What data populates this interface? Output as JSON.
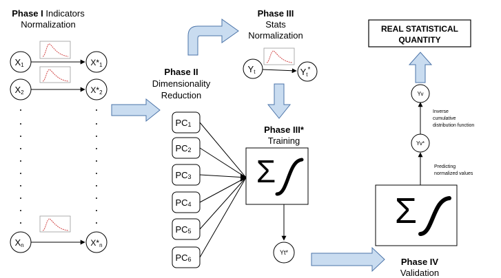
{
  "phase1": {
    "bold": "Phase I",
    "rest": " Indicators",
    "line2": "Normalization"
  },
  "phase2": {
    "bold": "Phase II",
    "line2": "Dimensionality",
    "line3": "Reduction"
  },
  "phase3": {
    "bold": "Phase III",
    "line2": "Stats",
    "line3": "Normalization"
  },
  "phase3star": {
    "bold": "Phase III*",
    "line2": "Training"
  },
  "phase4": {
    "bold": "Phase IV",
    "line2": "Validation"
  },
  "result_box": {
    "line1": "REAL STATISTICAL",
    "line2": "QUANTITY"
  },
  "x_nodes": [
    {
      "base": "X",
      "sub": "1"
    },
    {
      "base": "X",
      "sub": "2"
    },
    {
      "base": "X",
      "sub": "n"
    }
  ],
  "xstar_nodes": [
    {
      "base": "X*",
      "sub": "1"
    },
    {
      "base": "X*",
      "sub": "2"
    },
    {
      "base": "X*",
      "sub": "n"
    }
  ],
  "y_node": {
    "base": "Y",
    "sub": "t"
  },
  "ystar_node": {
    "base": "Y",
    "sub": "t",
    "sup": "*"
  },
  "pc_nodes": [
    {
      "base": "PC",
      "sub": "1"
    },
    {
      "base": "PC",
      "sub": "2"
    },
    {
      "base": "PC",
      "sub": "3"
    },
    {
      "base": "PC",
      "sub": "4"
    },
    {
      "base": "PC",
      "sub": "5"
    },
    {
      "base": "PC",
      "sub": "6"
    }
  ],
  "yt_out_node": "Yt*",
  "yv_node": "Yv",
  "yvstar_node": "Yv*",
  "labels": {
    "inverse": [
      "Inverse",
      "cumulative",
      "distribution function"
    ],
    "predicting": [
      "Predicting",
      "normalized values"
    ]
  },
  "symbols": {
    "sigma": "Σ"
  },
  "colors": {
    "arrow_fill": "#c9dcf0",
    "arrow_stroke": "#4a73a8",
    "curve": "#d24a4a",
    "line": "#000000"
  }
}
